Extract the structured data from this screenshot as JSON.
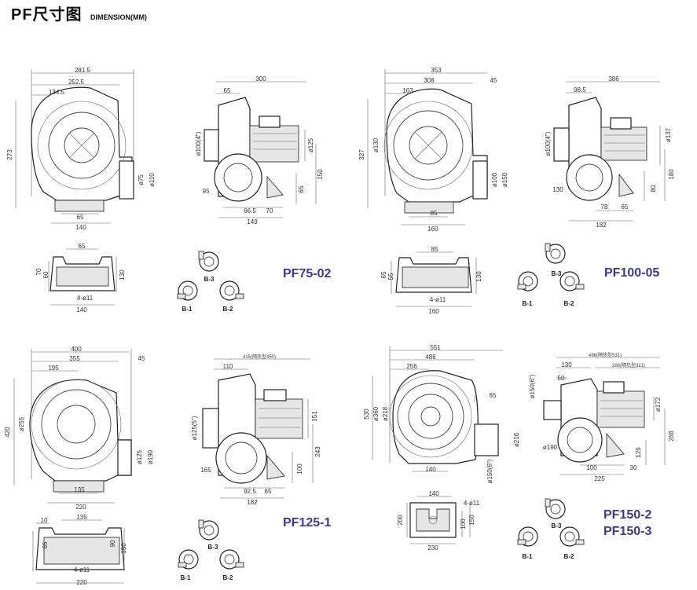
{
  "header": {
    "title_main": "PF尺寸图",
    "title_sub": "DIMENSION(MM)"
  },
  "models": [
    {
      "id": "pf75",
      "name": "PF75-02",
      "front": {
        "w1": "281.5",
        "w2": "252.5",
        "w3": "134.5",
        "h": "273",
        "d1": "ø75",
        "d2": "ø110",
        "b1": "65",
        "b2": "140"
      },
      "side": {
        "w": "300",
        "w2": "65",
        "h1": "150",
        "h2": "65",
        "d1": "ø100(4\")",
        "d2": "ø125",
        "r": "95",
        "b1": "66.5",
        "b2": "70",
        "b3": "149"
      },
      "base": {
        "top": "65",
        "h1": "70",
        "h2": "60",
        "h3": "130",
        "holes": "4-ø11",
        "bottom": "140"
      },
      "orient": [
        "B-3",
        "B-1",
        "B-2"
      ]
    },
    {
      "id": "pf100",
      "name": "PF100-05",
      "front": {
        "w1": "353",
        "w2": "308",
        "w3": "163",
        "w4": "45",
        "h": "327",
        "h2": "ø130",
        "d1": "ø100",
        "d2": "ø150",
        "b1": "85",
        "b2": "160"
      },
      "side": {
        "w": "386",
        "w2": "98.5",
        "h1": "180",
        "h2": "80",
        "d1": "ø100(4\")",
        "d2": "ø137",
        "r": "130",
        "b1": "78",
        "b2": "65",
        "b3": "182"
      },
      "base": {
        "top": "85",
        "h1": "65",
        "h2": "55",
        "h3": "130",
        "holes": "4-ø11",
        "bottom": "160"
      },
      "orient": [
        "B-3",
        "B-1",
        "B-2"
      ]
    },
    {
      "id": "pf125",
      "name": "PF125-1",
      "front": {
        "w1": "400",
        "w2": "355",
        "w3": "195",
        "w4": "45",
        "h": "420",
        "h2": "ø255",
        "d1": "ø125",
        "d2": "ø190",
        "b1": "135",
        "b2": "220"
      },
      "side": {
        "w": "415(隔热型450)",
        "w2": "110",
        "h1": "243",
        "h2": "100",
        "h3": "151",
        "d1": "ø125(5\")",
        "r": "165",
        "b1": "92.5",
        "b2": "65",
        "b3": "182"
      },
      "base": {
        "top": "135",
        "top2": "10",
        "h1": "65",
        "h2": "90",
        "h3": "150",
        "holes": "4-ø11",
        "bottom": "220"
      },
      "orient": [
        "B-3",
        "B-1",
        "B-2"
      ]
    },
    {
      "id": "pf150",
      "name": "PF150-2",
      "name2": "PF150-3",
      "front": {
        "w1": "551",
        "w2": "486",
        "w3": "256",
        "w4": "65",
        "h": "530",
        "h2": "ø360",
        "h3": "ø218",
        "d1": "ø216",
        "d2": "ø150(6\")",
        "b1": "140"
      },
      "side": {
        "w": "496(隔热型531)",
        "w2": "286(隔热型321)",
        "w3": "130",
        "w4": "50",
        "h1": "288",
        "h2": "125",
        "d1": "ø150(6\")",
        "d2": "ø172",
        "r": "ø190",
        "b1": "100",
        "b2": "30",
        "b3": "225"
      },
      "base": {
        "top": "140",
        "holes": "4-ø11",
        "h1": "200",
        "h2": "100",
        "h3": "150",
        "bottom": "230"
      },
      "orient": [
        "B-3",
        "B-1",
        "B-2"
      ]
    }
  ]
}
